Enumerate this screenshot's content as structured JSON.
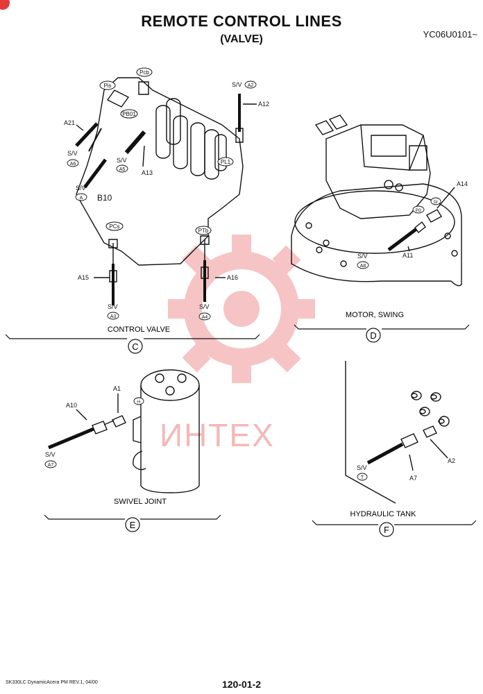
{
  "header": {
    "title": "REMOTE CONTROL LINES",
    "subtitle": "(VALVE)",
    "doc_id": "YC06U0101~"
  },
  "footer": {
    "manual": "SK330LC DynamicAcera PM REV.1, 04/00",
    "page": "120-01-2"
  },
  "watermark": "ИНТЕХ",
  "colors": {
    "line": "#111111",
    "watermark": "#f4b8b8",
    "badge": "#e53935"
  },
  "sections": {
    "c": {
      "caption": "CONTROL  VALVE",
      "letter": "C",
      "labels": {
        "pis": "Pis",
        "pcb": "Pcb",
        "pb01": "PB01",
        "pl1": "PL1",
        "pcs": "PCs",
        "ptb": "PTb",
        "a21": "A21",
        "a12": "A12",
        "a13": "A13",
        "a15": "A15",
        "a16": "A16",
        "b10": "B10",
        "sv": "S/V",
        "sv_a6": "A6",
        "sv_a5": "A5",
        "sv_a": "A",
        "sv_a2": "A2",
        "sv_a3": "A3",
        "sv_a4": "A4"
      }
    },
    "d": {
      "caption": "MOTOR, SWING",
      "letter": "D",
      "labels": {
        "a14": "A14",
        "a11": "A11",
        "sv": "S/V",
        "sv_a8": "A8",
        "pg": "PG",
        "dr": "Dr"
      }
    },
    "e": {
      "caption": "SWIVEL JOINT",
      "letter": "E",
      "labels": {
        "a1": "A1",
        "a10": "A10",
        "h": "H",
        "sv": "S/V",
        "sv_a7": "A7"
      }
    },
    "f": {
      "caption": "HYDRAULIC TANK",
      "letter": "F",
      "labels": {
        "a2": "A2",
        "a7": "A7",
        "sv": "S/V",
        "sv_t": "T"
      }
    }
  }
}
